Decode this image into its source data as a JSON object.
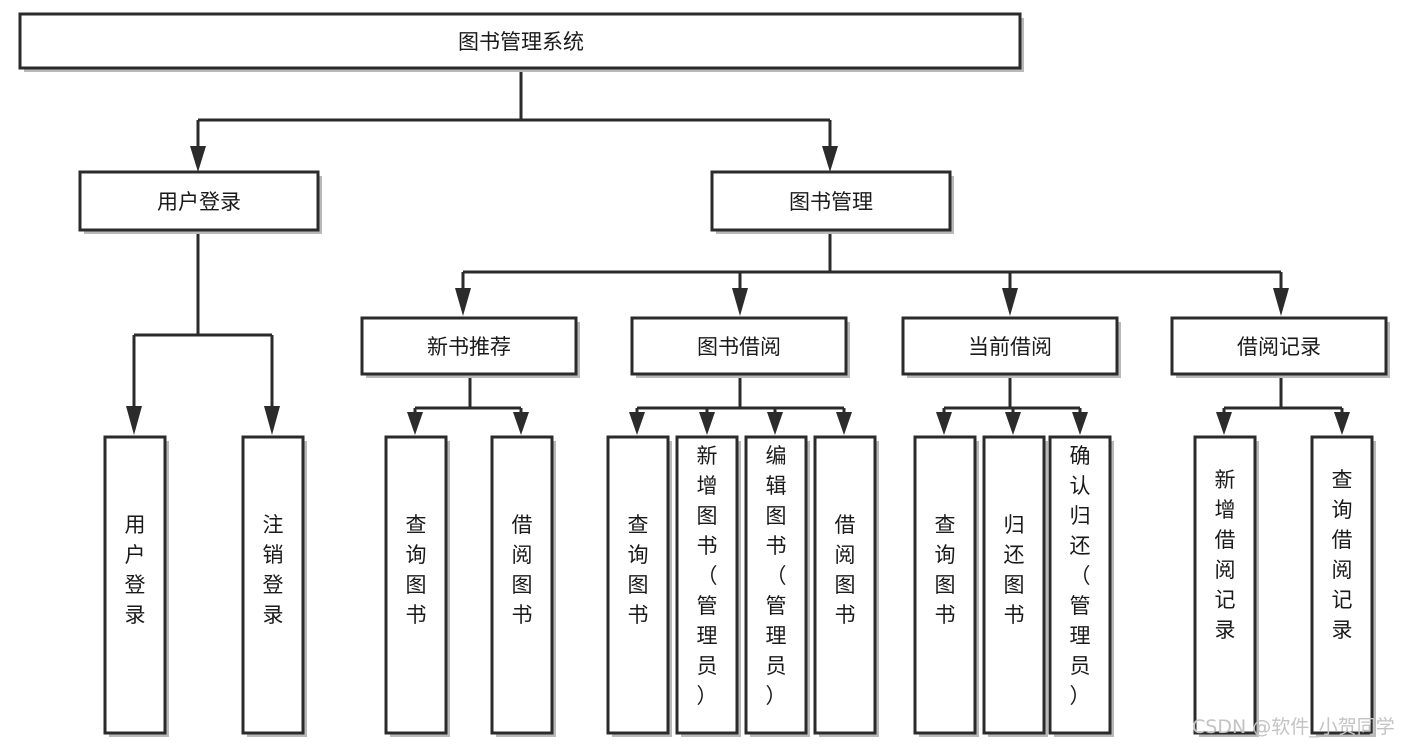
{
  "diagram": {
    "type": "tree-hierarchy",
    "title": "图书管理系统",
    "watermark": "CSDN @软件_小贺同学",
    "root": {
      "id": "root",
      "label": "图书管理系统",
      "orientation": "horizontal"
    },
    "level1": [
      {
        "id": "user-login",
        "label": "用户登录",
        "orientation": "horizontal"
      },
      {
        "id": "book-manage",
        "label": "图书管理",
        "orientation": "horizontal"
      }
    ],
    "level2": [
      {
        "id": "new-book-recommend",
        "label": "新书推荐",
        "parent": "book-manage",
        "orientation": "horizontal"
      },
      {
        "id": "book-borrow",
        "label": "图书借阅",
        "parent": "book-manage",
        "orientation": "horizontal"
      },
      {
        "id": "current-borrow",
        "label": "当前借阅",
        "parent": "book-manage",
        "orientation": "horizontal"
      },
      {
        "id": "borrow-record",
        "label": "借阅记录",
        "parent": "book-manage",
        "orientation": "horizontal"
      }
    ],
    "leaves": [
      {
        "id": "leaf-user-login",
        "label": "用户登录",
        "parent": "user-login",
        "orientation": "vertical"
      },
      {
        "id": "leaf-logout-login",
        "label": "注销登录",
        "parent": "user-login",
        "orientation": "vertical"
      },
      {
        "id": "leaf-query-book-1",
        "label": "查询图书",
        "parent": "new-book-recommend",
        "orientation": "vertical"
      },
      {
        "id": "leaf-borrow-book-1",
        "label": "借阅图书",
        "parent": "new-book-recommend",
        "orientation": "vertical"
      },
      {
        "id": "leaf-query-book-2",
        "label": "查询图书",
        "parent": "book-borrow",
        "orientation": "vertical"
      },
      {
        "id": "leaf-add-book",
        "label": "新增图书（管理员）",
        "parent": "book-borrow",
        "orientation": "vertical"
      },
      {
        "id": "leaf-edit-book",
        "label": "编辑图书（管理员）",
        "parent": "book-borrow",
        "orientation": "vertical"
      },
      {
        "id": "leaf-borrow-book-2",
        "label": "借阅图书",
        "parent": "book-borrow",
        "orientation": "vertical"
      },
      {
        "id": "leaf-query-book-3",
        "label": "查询图书",
        "parent": "current-borrow",
        "orientation": "vertical"
      },
      {
        "id": "leaf-return-book",
        "label": "归还图书",
        "parent": "current-borrow",
        "orientation": "vertical"
      },
      {
        "id": "leaf-confirm-return",
        "label": "确认归还（管理员）",
        "parent": "current-borrow",
        "orientation": "vertical"
      },
      {
        "id": "leaf-add-record",
        "label": "新增借阅记录",
        "parent": "borrow-record",
        "orientation": "vertical"
      },
      {
        "id": "leaf-query-record",
        "label": "查询借阅记录",
        "parent": "borrow-record",
        "orientation": "vertical"
      }
    ],
    "colors": {
      "box_stroke": "#2b2b2b",
      "box_fill": "#ffffff",
      "text": "#1a1a1a",
      "background": "#ffffff",
      "watermark": "#c3c3c3",
      "shadow": "#b9b9b9"
    }
  }
}
